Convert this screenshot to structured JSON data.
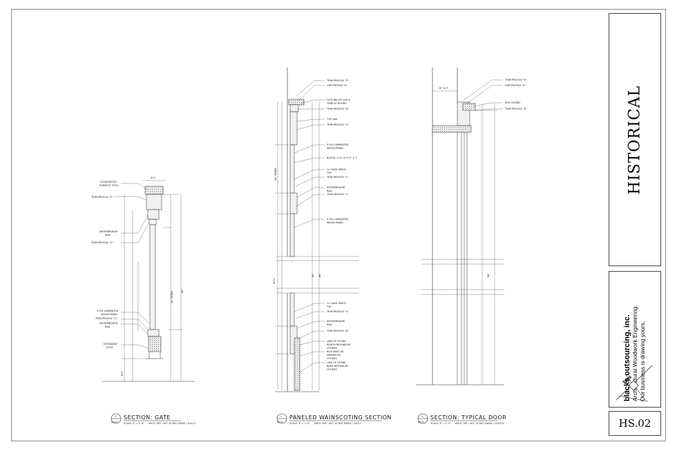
{
  "title_block": {
    "project_title": "HISTORICAL",
    "company_name": "blacks outsourcing, inc.",
    "company_tagline1": "Architectural Woodwork Engineering",
    "company_tagline2": "Our business is drawing yours.",
    "logo_text": "bos",
    "sheet_number": "HS.02"
  },
  "sections": [
    {
      "number": "1",
      "sheet_ref": "HS.02",
      "title": "SECTION: GATE",
      "scale": "SCALE: 3\" = 1'-0\"",
      "ref": "ARCH. REF.: SHT. 20 DSC DWGS / A-A2.2",
      "labels": [
        "COUNTERTOP SURFACE T.B.D.",
        "TRIM PROFILE \"F\"",
        "INTERMEDIATE RAIL",
        "TRIM PROFILE \"C\"",
        "5 PLY LAMINATED WOOD PANEL",
        "TRIM PROFILE \"C\"",
        "INTERMEDIATE RAIL",
        "EXTENDED STILE"
      ],
      "dims": [
        "3½\"",
        "24\" PANEL",
        "42\"",
        "6½\""
      ]
    },
    {
      "number": "2",
      "sheet_ref": "HS.02",
      "title": "PANELED WAINSCOTING SECTION",
      "scale": "SCALE: 3\" = 1'-0\"",
      "ref": "ARCH. REF.: SHT. 20 DSC DWGS / 1/A3.1",
      "labels": [
        "TRIM PROFILE \"F\"",
        "CAP PROFILE \"E\"",
        "OUTLINE OF CAP & TRIM AT DOORS",
        "TRIM PROFILE \"D\"",
        "TOP RAIL",
        "TRIM PROFILE \"C\"",
        "5 PLY LAMINATED WOOD PANEL",
        "BLOCK: 4 ½\" X 4 ½\" X 1\"",
        "⅛\" SHIM SPACE TYP.",
        "TRIM PROFILE \"C\"",
        "INTERMEDIATE RAIL",
        "TRIM PROFILE \"C\"",
        "5 PLY LAMINATED WOOD PANEL",
        "⅛\" SHIM SPACE TYP.",
        "TRIM PROFILE \"C\"",
        "INTERMEDIATE RAIL",
        "TRIM PROFILE \"B\"",
        "LINE OF STONE PLINTH BEYOND BY OTHERS",
        "BLOCKING AS NEEDED BY OTHERS",
        "LINE OF STONE BASE BEYOND BY OTHERS"
      ],
      "dims": [
        "84\"",
        "82\"",
        "24\" PANEL",
        "40⅛\""
      ]
    },
    {
      "number": "3",
      "sheet_ref": "HS.02",
      "title": "SECTION: TYPICAL DOOR",
      "scale": "SCALE: 3\" = 1'-0\"",
      "ref": "ARCH. REF.: SHT. 15 DSC DWGS / 12/A3.4",
      "labels": [
        "TRIM PROFILE \"F\"",
        "CAP PROFILE \"E\"",
        "6\" V.I.F.",
        "SHS CASING",
        "TRIM PROFILE \"D\""
      ],
      "dims": [
        "84\""
      ]
    }
  ]
}
